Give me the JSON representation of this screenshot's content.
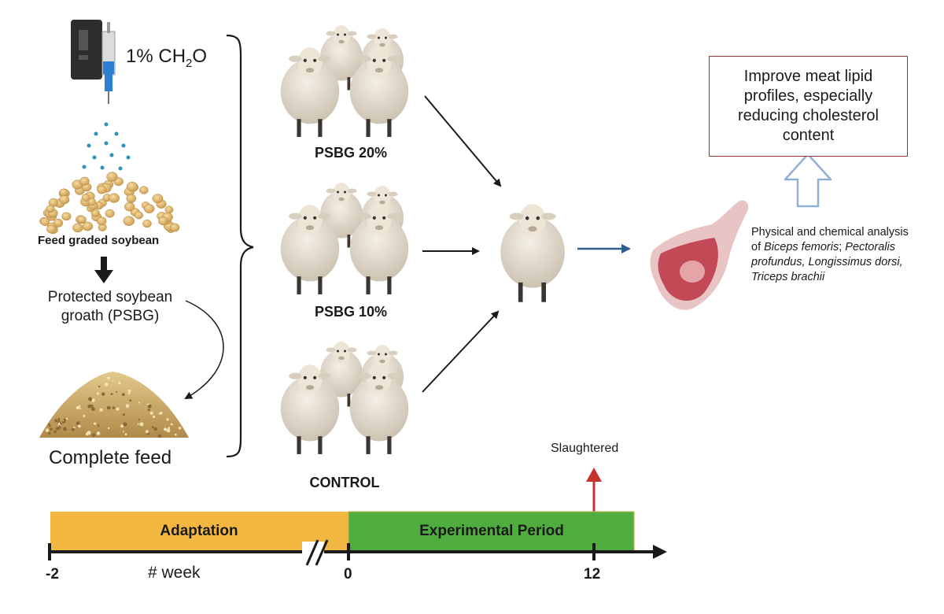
{
  "formulation": {
    "treatment_label": "1% CH",
    "treatment_subscript": "2",
    "treatment_suffix": "O",
    "soybean_label": "Feed graded soybean",
    "protected_label_line1": "Protected soybean",
    "protected_label_line2": "groath (PSBG)",
    "complete_feed_label": "Complete feed"
  },
  "groups": [
    {
      "label": "PSBG 20%"
    },
    {
      "label": "PSBG 10%"
    },
    {
      "label": "CONTROL"
    }
  ],
  "outcome": {
    "goal_text": "Improve meat lipid profiles, especially reducing cholesterol content",
    "analysis_prefix": "Physical and chemical analysis of ",
    "muscle_1": "Biceps femoris",
    "sep_1": "; ",
    "muscle_2": "Pectoralis profundus, Longissimus dorsi, Triceps brachii"
  },
  "timeline": {
    "adaptation_label": "Adaptation",
    "experimental_label": "Experimental Period",
    "slaughtered_label": "Slaughtered",
    "week_label": "# week",
    "ticks": [
      "-2",
      "0",
      "12"
    ],
    "colors": {
      "adaptation": "#f2b740",
      "experimental": "#4fad3f",
      "slaughter_arrow": "#c8322c"
    }
  }
}
